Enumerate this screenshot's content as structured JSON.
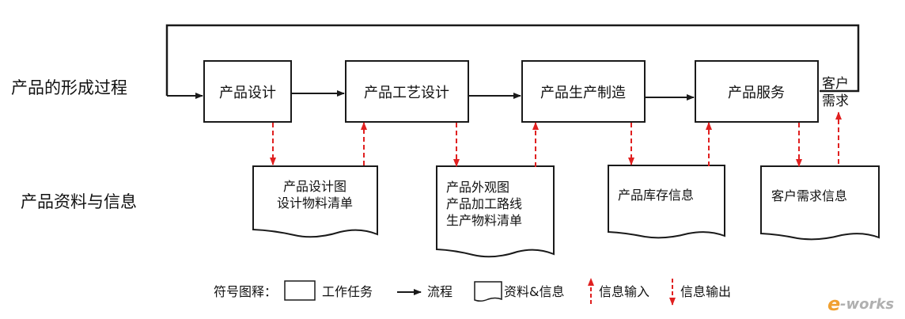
{
  "row_labels": {
    "process": "产品的形成过程",
    "info": "产品资料与信息"
  },
  "tasks": [
    {
      "id": "design",
      "label": "产品设计"
    },
    {
      "id": "process",
      "label": "产品工艺设计"
    },
    {
      "id": "manufacture",
      "label": "产品生产制造"
    },
    {
      "id": "service",
      "label": "产品服务"
    }
  ],
  "customer_label": {
    "line1": "客户",
    "line2": "需求"
  },
  "documents": [
    {
      "lines": [
        "产品设计图",
        "设计物料清单"
      ]
    },
    {
      "lines": [
        "产品外观图",
        "产品加工路线",
        "生产物料清单"
      ]
    },
    {
      "lines": [
        "产品库存信息"
      ]
    },
    {
      "lines": [
        "客户需求信息"
      ]
    }
  ],
  "legend": {
    "title": "符号图释：",
    "task": "工作任务",
    "flow": "流程",
    "document": "资料&信息",
    "info_input": "信息输入",
    "info_output": "信息输出"
  },
  "watermark": {
    "first": "e",
    "rest": "-works"
  },
  "colors": {
    "line": "#1a1a1a",
    "dashed": "#e02020",
    "watermark_orange": "#f0a030",
    "watermark_gray": "#b0b0b0"
  }
}
